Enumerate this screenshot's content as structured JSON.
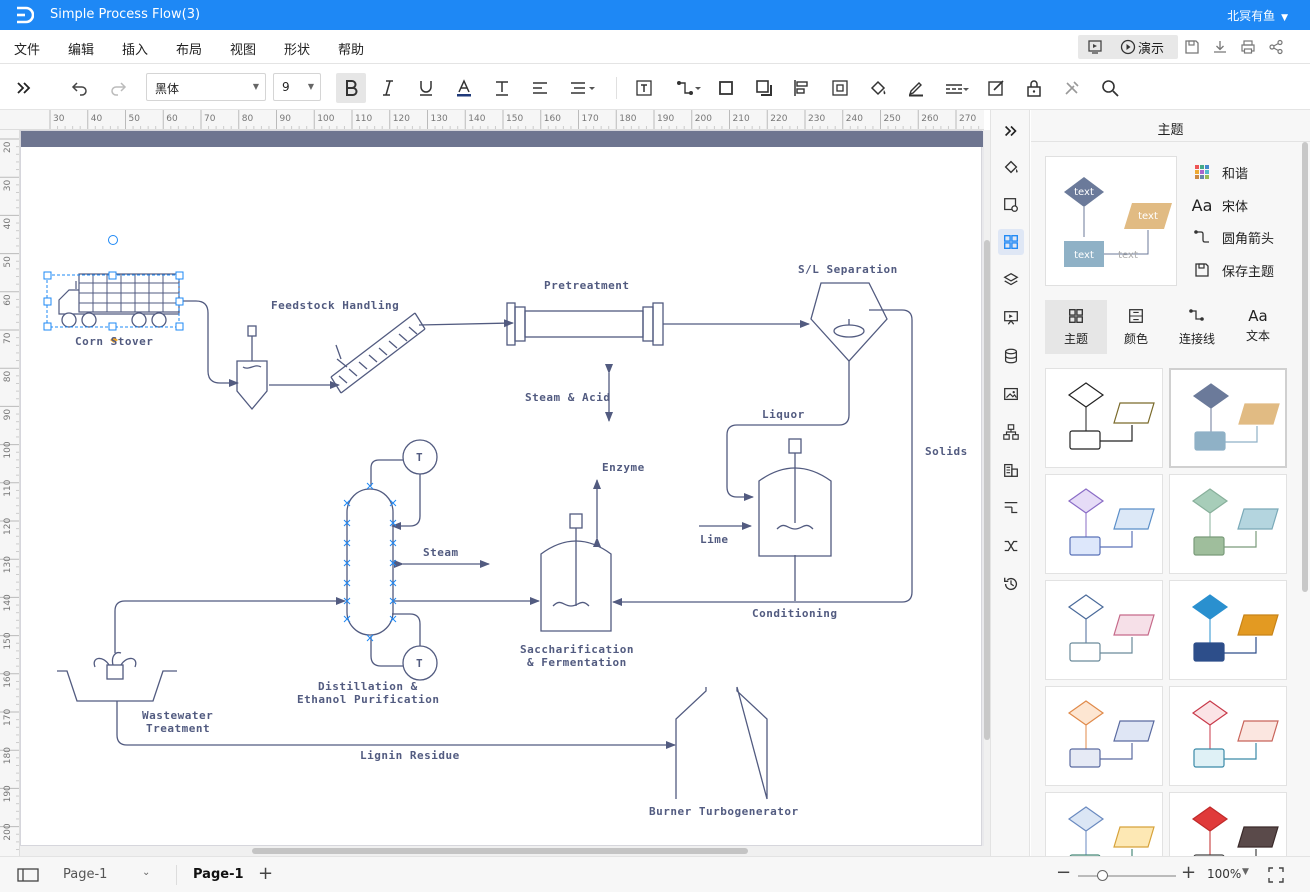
{
  "app": {
    "title": "Simple Process Flow(3)",
    "user": "北冥有鱼"
  },
  "menu": {
    "items": [
      "文件",
      "编辑",
      "插入",
      "布局",
      "视图",
      "形状",
      "帮助"
    ],
    "present_label": "演示"
  },
  "toolbar": {
    "font_family": "黑体",
    "font_size": "9"
  },
  "ruler": {
    "h_ticks": [
      "30",
      "40",
      "50",
      "60",
      "70",
      "80",
      "90",
      "100",
      "110",
      "120",
      "130",
      "140",
      "150",
      "160",
      "170",
      "180",
      "190",
      "200",
      "210",
      "220",
      "230",
      "240",
      "250",
      "260",
      "270"
    ],
    "v_ticks": [
      "20",
      "30",
      "40",
      "50",
      "60",
      "70",
      "80",
      "90",
      "100",
      "110",
      "120",
      "130",
      "140",
      "150",
      "160",
      "170",
      "180",
      "190",
      "200"
    ]
  },
  "diagram": {
    "labels": {
      "corn_stover": "Corn Stover",
      "feedstock_handling": "Feedstock Handling",
      "pretreatment": "Pretreatment",
      "sl_separation": "S/L Separation",
      "steam_acid": "Steam & Acid",
      "liquor": "Liquor",
      "solids": "Solids",
      "enzyme": "Enzyme",
      "lime": "Lime",
      "steam": "Steam",
      "conditioning": "Conditioning",
      "sacch1": "Saccharification",
      "sacch2": "& Fermentation",
      "dist1": "Distillation &",
      "dist2": "Ethanol Purification",
      "ww1": "Wastewater",
      "ww2": "Treatment",
      "lignin": "Lignin Residue",
      "burner": "Burner Turbogenerator",
      "t1": "T",
      "t2": "T"
    }
  },
  "panel": {
    "title": "主题",
    "preview_text": "text",
    "options": [
      "和谐",
      "宋体",
      "圆角箭头",
      "保存主题"
    ],
    "tabs": [
      "主题",
      "颜色",
      "连接线",
      "文本"
    ]
  },
  "status": {
    "page_select": "Page-1",
    "page_tab": "Page-1",
    "zoom": "100%"
  },
  "colors": {
    "accent": "#1e88f5",
    "diagram": "#525b80"
  }
}
